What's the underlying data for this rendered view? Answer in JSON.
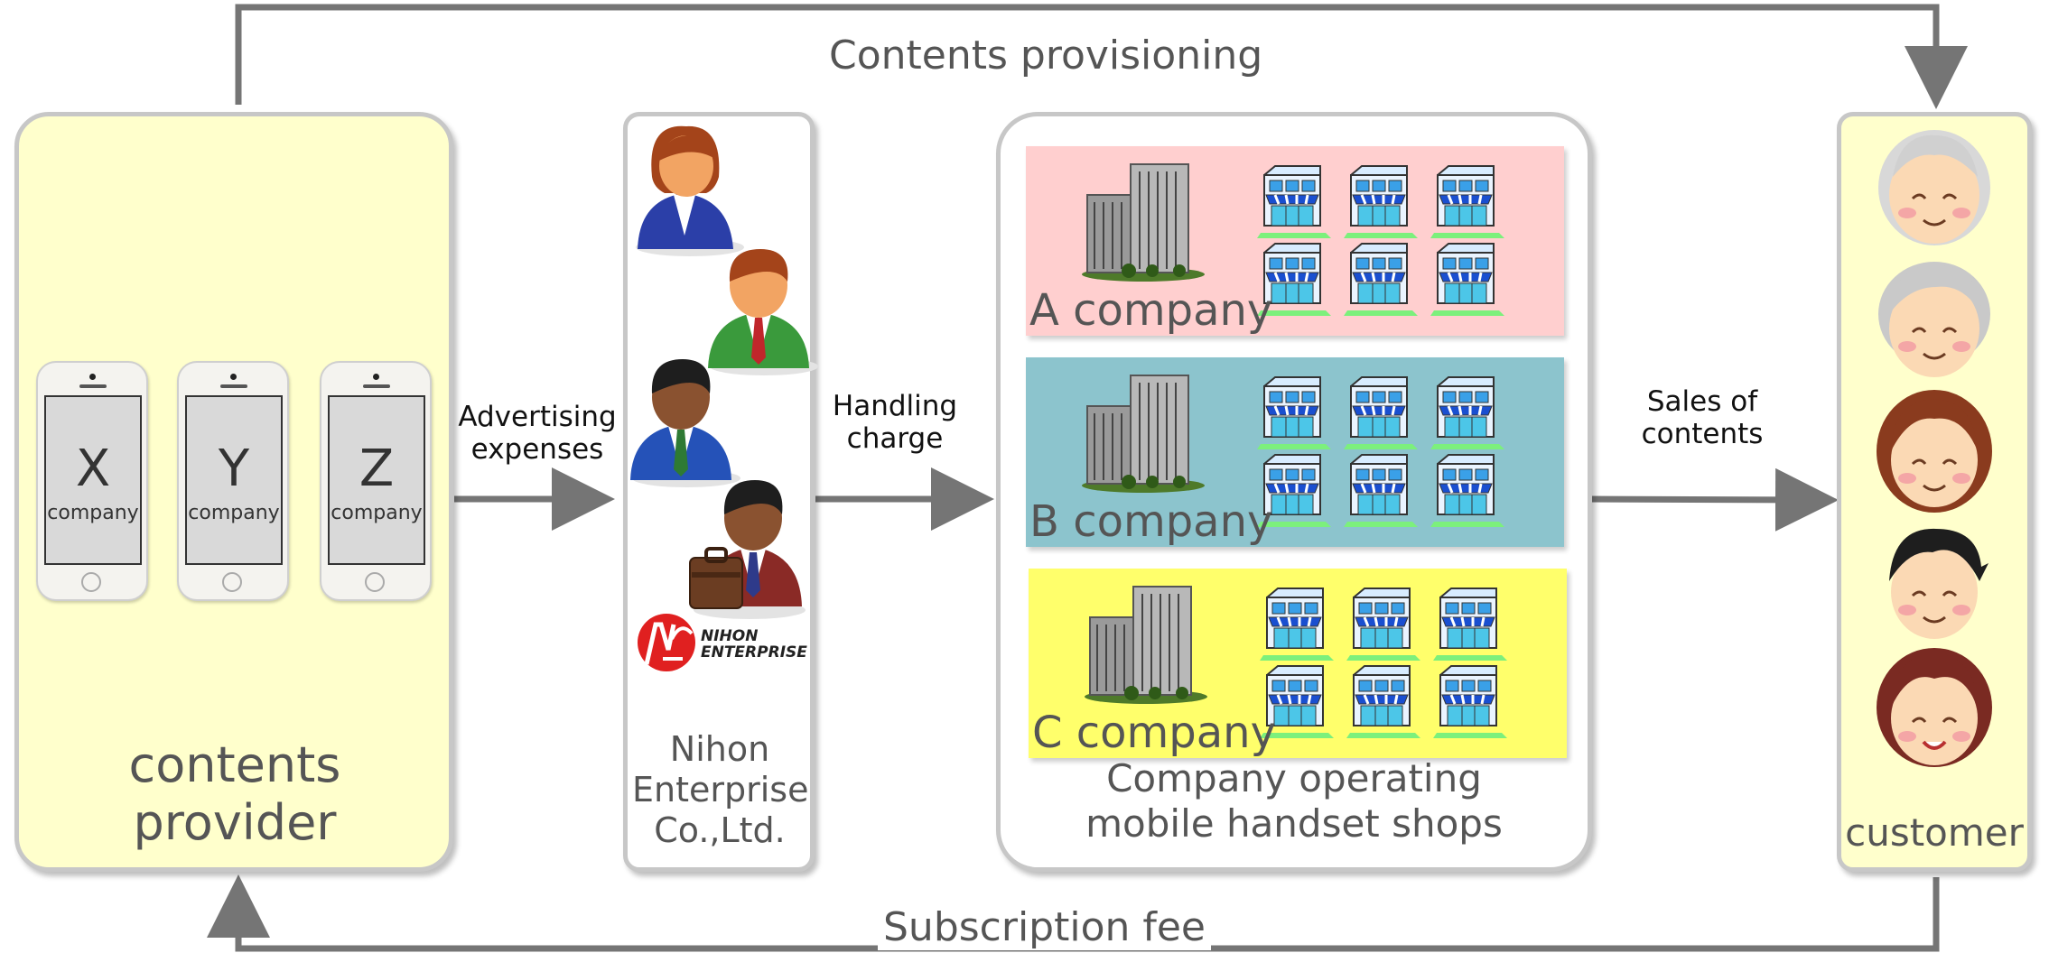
{
  "top_flow": {
    "label": "Contents provisioning"
  },
  "bottom_flow": {
    "label": "Subscription fee"
  },
  "provider": {
    "title": "contents\nprovider",
    "phones": [
      {
        "letter": "X",
        "word": "company"
      },
      {
        "letter": "Y",
        "word": "company"
      },
      {
        "letter": "Z",
        "word": "company"
      }
    ]
  },
  "arrow_labels": {
    "advertising": "Advertising\nexpenses",
    "handling": "Handling\ncharge",
    "sales": "Sales of\ncontents"
  },
  "nihon": {
    "title": "Nihon\nEnterprise\nCo.,Ltd.",
    "logo_text": "NIHON\nENTERPRISE",
    "logo_letters": "NE"
  },
  "shops_operator": {
    "title": "Company operating\nmobile handset shops",
    "companies": [
      {
        "name": "A company",
        "color": "#ffcfcf"
      },
      {
        "name": "B company",
        "color": "#8cc4cd"
      },
      {
        "name": "C company",
        "color": "#ffff6b"
      }
    ]
  },
  "customer": {
    "title": "customer"
  },
  "colors": {
    "provider_bg": "#ffffcc",
    "arrow": "#757575",
    "panel_border": "#c7c7c7"
  },
  "icons": [
    "smartphone-icon",
    "businessperson-icon",
    "office-building-icon",
    "shop-icon",
    "customer-face-icon",
    "nihon-enterprise-logo"
  ]
}
